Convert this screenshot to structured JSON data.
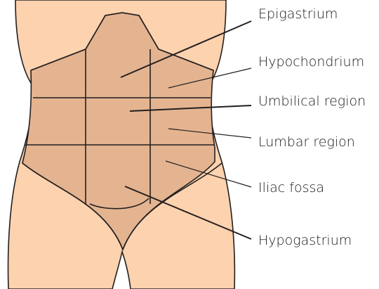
{
  "colors": {
    "skin": "#fdd2ae",
    "regions": "#e4b490",
    "outline": "#231f20"
  },
  "labels": {
    "epigastrium": "Epigastrium",
    "hypochondrium": "Hypochondrium",
    "umbilical": "Umbilical region",
    "lumbar": "Lumbar region",
    "iliac": "Iliac fossa",
    "hypogastrium": "Hypogastrium"
  }
}
